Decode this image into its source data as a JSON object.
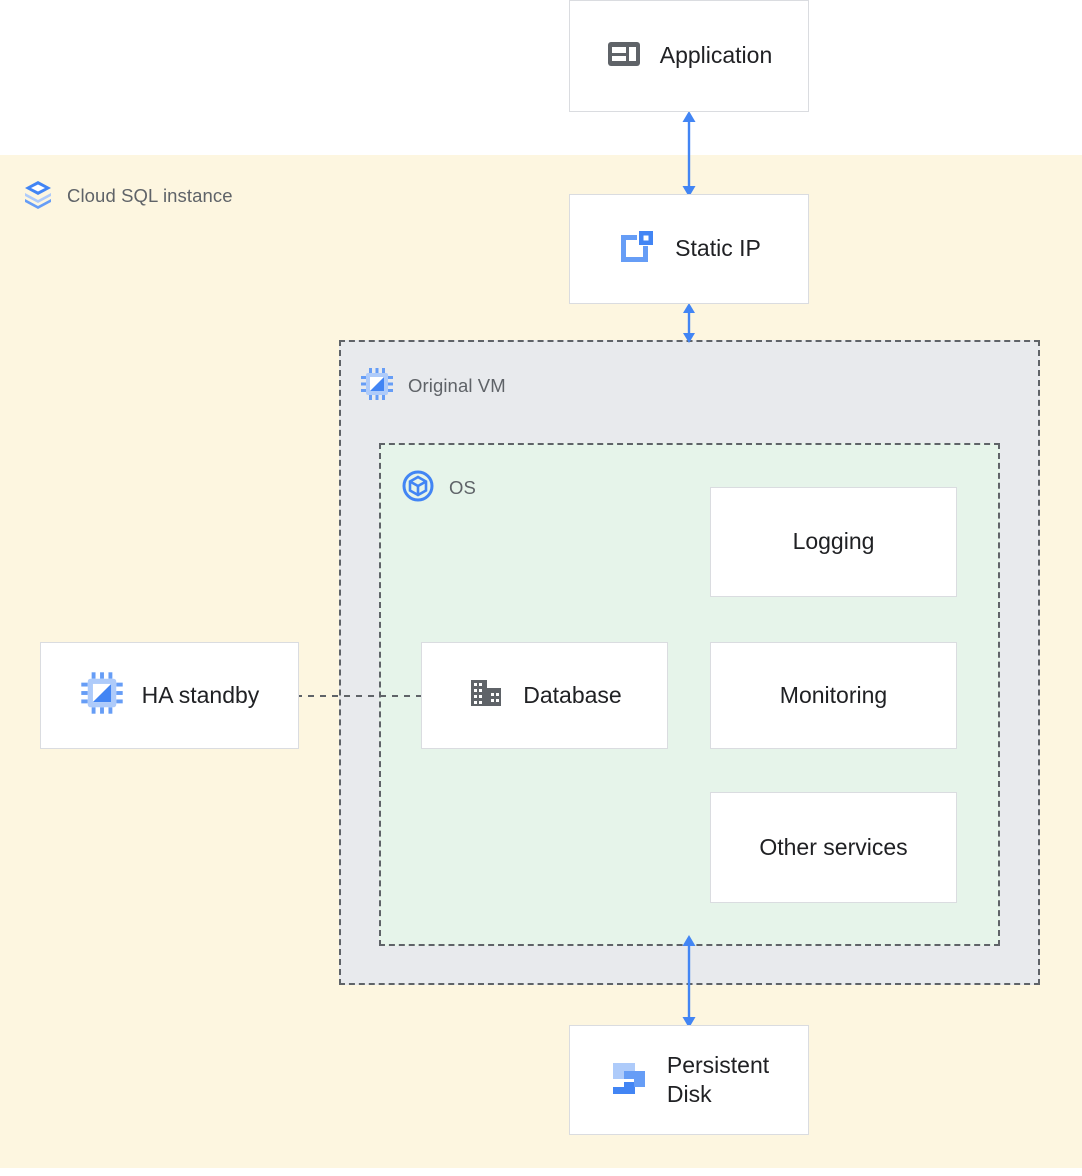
{
  "diagram": {
    "title": "Cloud SQL instance architecture",
    "background_color": "#ffffff"
  },
  "regions": {
    "cloud_sql": {
      "label": "Cloud SQL instance",
      "icon": "cloud-sql-icon",
      "fill_color": "#fdf6e0",
      "label_color": "#5f6368"
    },
    "original_vm": {
      "label": "Original VM",
      "icon": "cpu-chip-icon",
      "fill_color": "#e8eaed",
      "border_style": "dashed",
      "border_color": "#5f6368"
    },
    "os": {
      "label": "OS",
      "icon": "os-disc-icon",
      "fill_color": "#e6f4ea",
      "border_style": "dashed",
      "border_color": "#5f6368"
    }
  },
  "nodes": {
    "application": {
      "label": "Application",
      "icon": "application-window-icon",
      "icon_color": "#5f6368"
    },
    "static_ip": {
      "label": "Static IP",
      "icon": "static-ip-icon",
      "icon_color": "#669df6"
    },
    "ha_standby": {
      "label": "HA standby",
      "icon": "cpu-chip-icon",
      "icon_color": "#669df6"
    },
    "database": {
      "label": "Database",
      "icon": "database-building-icon",
      "icon_color": "#5f6368"
    },
    "logging": {
      "label": "Logging",
      "icon": null
    },
    "monitoring": {
      "label": "Monitoring",
      "icon": null
    },
    "other_services": {
      "label": "Other services",
      "icon": null
    },
    "persistent_disk": {
      "label": "Persistent\nDisk",
      "icon": "persistent-disk-icon",
      "icon_color": "#4285f4"
    }
  },
  "connectors": {
    "application_to_static_ip": {
      "style": "solid",
      "arrows": "both",
      "color": "#4285f4"
    },
    "static_ip_to_vm": {
      "style": "solid",
      "arrows": "both",
      "color": "#4285f4"
    },
    "os_to_persistent_disk": {
      "style": "solid",
      "arrows": "both",
      "color": "#4285f4"
    },
    "ha_standby_to_database": {
      "style": "dashed",
      "arrows": "none",
      "color": "#5f6368"
    }
  },
  "palette": {
    "cream": "#fdf6e0",
    "gray_fill": "#e8eaed",
    "green_fill": "#e6f4ea",
    "card_border": "#dadce0",
    "text_primary": "#202124",
    "text_secondary": "#5f6368",
    "accent_blue": "#4285f4",
    "light_blue": "#669df6",
    "pale_blue": "#aecbfa"
  }
}
